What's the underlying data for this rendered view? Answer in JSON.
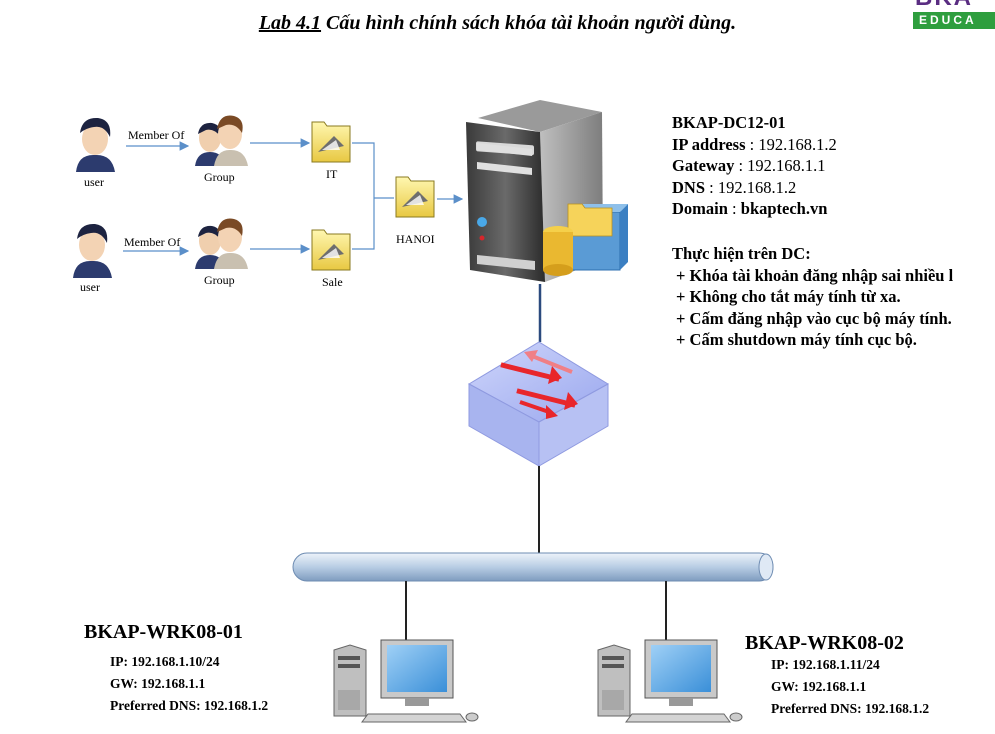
{
  "title": {
    "number": "Lab 4.1",
    "text": "Cấu hình chính sách khóa tài khoản người dùng."
  },
  "logo": {
    "top": "BKA",
    "bottom": "EDUCA"
  },
  "org": {
    "rows": [
      {
        "user": "user",
        "relation": "Member Of",
        "group": "Group",
        "ou": "IT"
      },
      {
        "user": "user",
        "relation": "Member Of",
        "group": "Group",
        "ou": "Sale"
      }
    ],
    "parent_ou": "HANOI"
  },
  "server": {
    "name": "BKAP-DC12-01",
    "ip_label": "IP address",
    "ip": "192.168.1.2",
    "gw_label": "Gateway",
    "gw": "192.168.1.1",
    "dns_label": "DNS",
    "dns": "192.168.1.2",
    "domain_label": "Domain",
    "domain": "bkaptech.vn"
  },
  "tasks": {
    "heading": "Thực hiện trên DC:",
    "items": [
      "+ Khóa tài khoản đăng nhập sai nhiều l",
      "+ Không cho tắt máy tính từ xa.",
      "+ Cấm đăng nhập vào cục bộ máy tính.",
      "+ Cấm shutdown máy tính cục bộ."
    ]
  },
  "workstations": [
    {
      "name": "BKAP-WRK08-01",
      "ip": "IP: 192.168.1.10/24",
      "gw": "GW: 192.168.1.1",
      "dns": "Preferred DNS: 192.168.1.2"
    },
    {
      "name": "BKAP-WRK08-02",
      "ip": "IP: 192.168.1.11/24",
      "gw": "GW: 192.168.1.1",
      "dns": "Preferred DNS: 192.168.1.2"
    }
  ],
  "colors": {
    "connector": "#5b8fc9",
    "network_line": "#222222",
    "bus": "#b8cde4",
    "switch": "#aab6f0",
    "arrow": "#e8262b",
    "logo_purple": "#5a2d82",
    "logo_green": "#2e9e3e"
  }
}
